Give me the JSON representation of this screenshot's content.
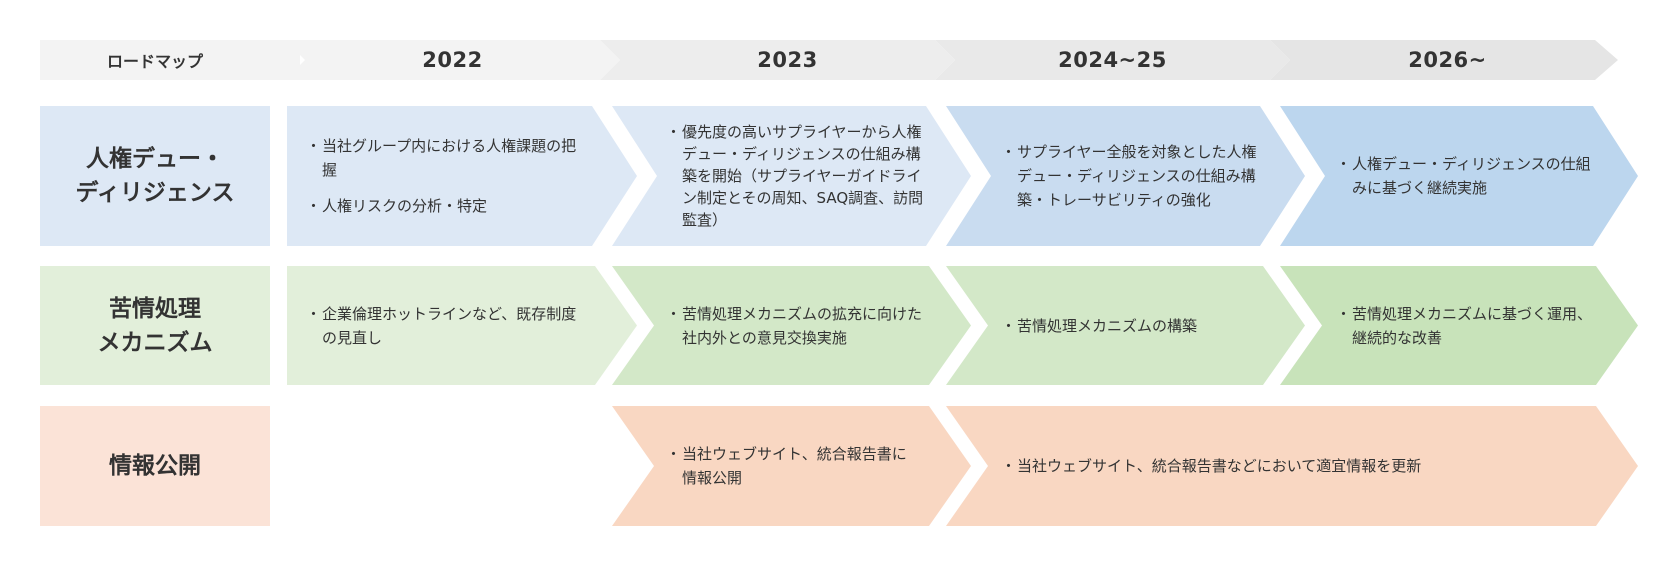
{
  "header": {
    "first_label": "ロードマップ",
    "years": [
      "2022",
      "2023",
      "2024~25",
      "2026~"
    ]
  },
  "colors": {
    "header_band": [
      "#f3f3f3",
      "#ededed",
      "#e9e9e9",
      "#e5e5e5"
    ],
    "dd_label": "#dde8f5",
    "dd_light": "#dde8f5",
    "dd_mid": "#c9dcf0",
    "dd_dark": "#bcd6ee",
    "gr_label": "#e2efda",
    "gr_light": "#e2efda",
    "gr_mid": "#d3e8c8",
    "gr_dark": "#c8e3ba",
    "dc_label": "#fbe3d7",
    "dc_mid": "#f9d7c2"
  },
  "rows": [
    {
      "title_lines": [
        "人権デュー・",
        "ディリジェンス"
      ],
      "cells": [
        {
          "bullets": [
            "当社グループ内における人権課題の把握",
            "人権リスクの分析・特定"
          ]
        },
        {
          "bullets": [
            "優先度の高いサプライヤーから人権デュー・ディリジェンスの仕組み構築を開始（サプライヤーガイドライン制定とその周知、SAQ調査、訪問監査）"
          ]
        },
        {
          "bullets": [
            "サプライヤー全般を対象とした人権デュー・ディリジェンスの仕組み構築・トレーサビリティの強化"
          ]
        },
        {
          "bullets": [
            "人権デュー・ディリジェンスの仕組みに基づく継続実施"
          ]
        }
      ]
    },
    {
      "title_lines": [
        "苦情処理",
        "メカニズム"
      ],
      "cells": [
        {
          "bullets": [
            "企業倫理ホットラインなど、既存制度の見直し"
          ]
        },
        {
          "bullets": [
            "苦情処理メカニズムの拡充に向けた社内外との意見交換実施"
          ]
        },
        {
          "bullets": [
            "苦情処理メカニズムの構築"
          ]
        },
        {
          "bullets": [
            "苦情処理メカニズムに基づく運用、継続的な改善"
          ]
        }
      ]
    },
    {
      "title_lines": [
        "情報公開"
      ],
      "cells": [
        {
          "bullets": [
            "当社ウェブサイト、統合報告書に情報公開"
          ]
        },
        {
          "bullets": [
            "当社ウェブサイト、統合報告書などにおいて適宜情報を更新"
          ]
        }
      ]
    }
  ]
}
